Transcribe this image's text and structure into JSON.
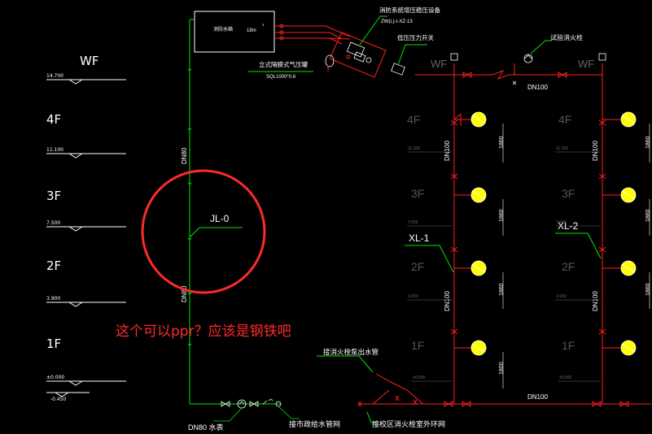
{
  "floors": {
    "left": [
      {
        "label": "WF",
        "elev": "14.700"
      },
      {
        "label": "4F",
        "elev": "11.100"
      },
      {
        "label": "3F",
        "elev": "7.500"
      },
      {
        "label": "2F",
        "elev": "3.900"
      },
      {
        "label": "1F",
        "elev": "±0.000"
      }
    ],
    "below_grade": "-0.450",
    "mid": [
      "4F",
      "3F",
      "2F",
      "1F"
    ],
    "mid_elevs": [
      "11.100",
      "7.500",
      "3.900",
      "±0.000"
    ],
    "right": [
      "4F",
      "3F",
      "2F",
      "1F"
    ],
    "right_elevs": [
      "11.100",
      "7.500",
      "3.900",
      "±0.000"
    ],
    "wf_mid": "WF",
    "wf_right": "WF"
  },
  "tank": {
    "label": "消防水箱",
    "volume": "18m",
    "sup": "3"
  },
  "labels": {
    "booster": "消防系统增压稳压设备",
    "booster_model": "ZW(L)-I-XZ-13",
    "pressure_switch": "低压压力开关",
    "air_tank": "立式隔膜式气压罐",
    "air_tank_model": "SQL1000*0.6",
    "test_hydrant": "试验消火栓",
    "top_pipe": "DN100",
    "main_pipe_upper": "DN80",
    "main_pipe_lower": "DN80",
    "riser": "JL-0",
    "xl1": "XL-1",
    "xl2": "XL-2",
    "xl_pipe": "DN100",
    "bottom_pipe": "DN100",
    "dim_branch": "1860",
    "dim_branch_low": "1800",
    "inlet": "DN80 水表",
    "municipal": "接市政给水管网",
    "pump_adapter": "接消火栓泵出水管",
    "outdoor_loop": "接校区消火栓室外环网"
  },
  "comment": "这个可以ppr？应该是钢铁吧",
  "colors": {
    "pipe_green": "#00e600",
    "pipe_red": "#ff2020",
    "text_white": "#ffffff",
    "hydrant_yellow": "#ffff00",
    "annotation_red": "#ff2a2a",
    "grey_floor": "#cfcfcf"
  }
}
